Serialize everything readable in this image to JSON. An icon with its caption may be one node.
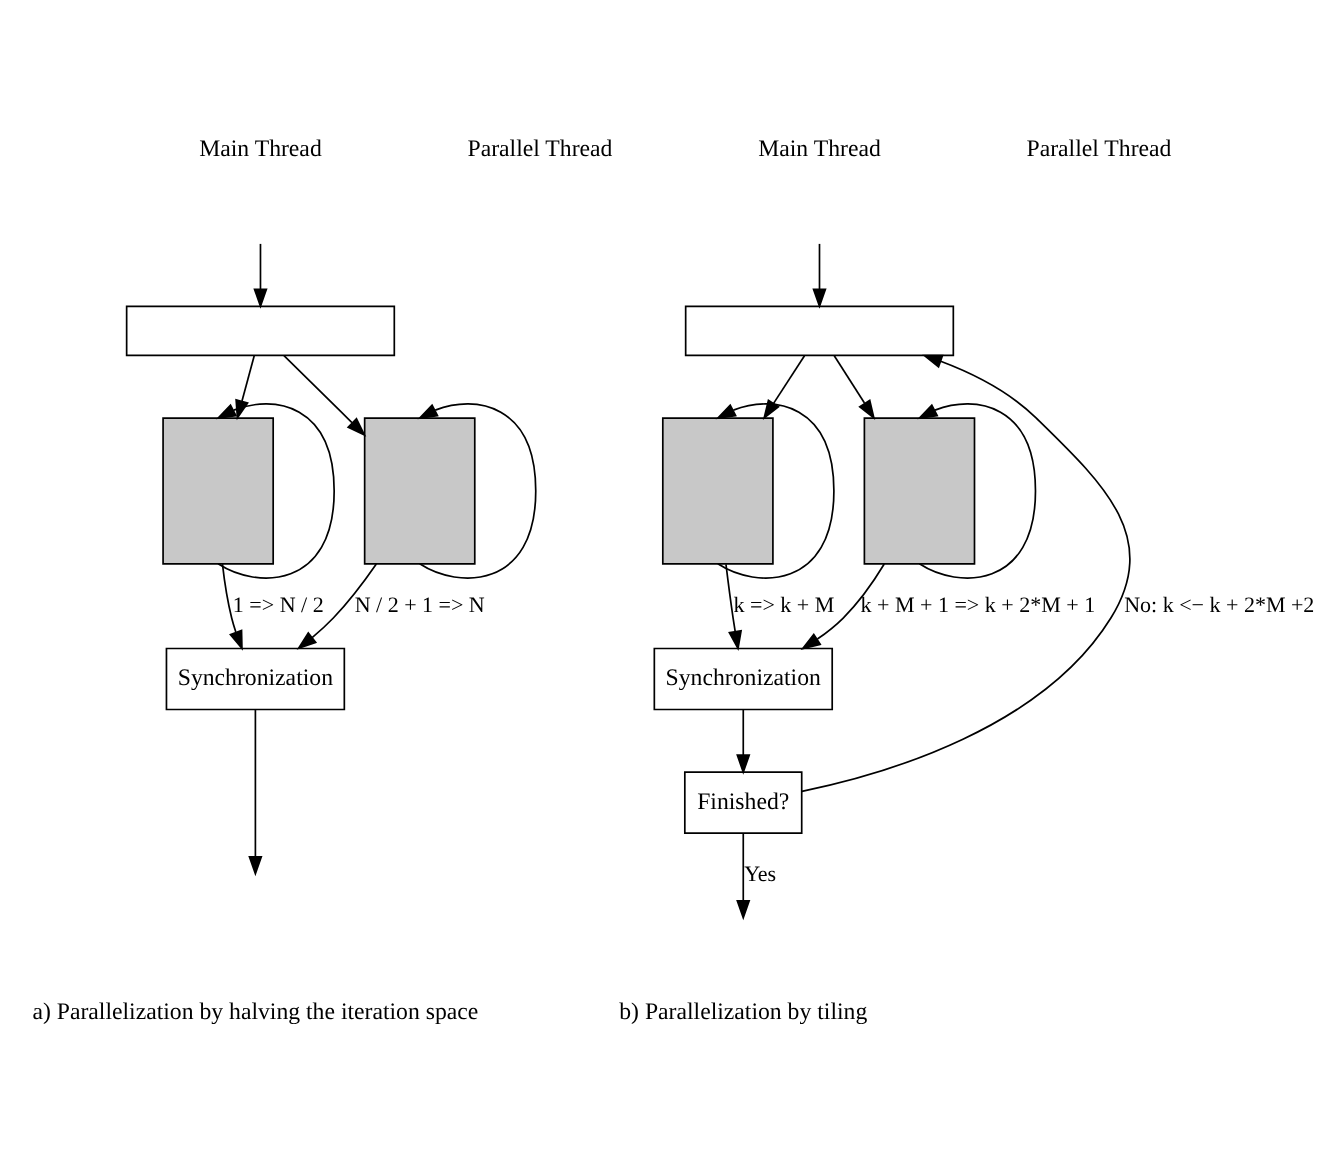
{
  "diagram": {
    "nodes": [
      {
        "text": [],
        "shape": "box"
      },
      {
        "text": [],
        "shape": "box"
      },
      {
        "text": [],
        "shape": "box"
      },
      {
        "text": [
          "Synchronization"
        ]
      },
      {
        "text": [],
        "shape": "box"
      },
      {
        "text": [],
        "shape": "box"
      },
      {
        "text": [],
        "shape": "box"
      },
      {
        "text": [
          "Synchronization"
        ]
      },
      {
        "text": [
          "Finished?"
        ]
      }
    ],
    "edges": [
      {
        "from": null,
        "to": 0,
        "arrow": "to"
      },
      {
        "from": 0,
        "to": 1,
        "arrow": "to"
      },
      {
        "from": 0,
        "to": 2,
        "arrow": "to"
      },
      {
        "from": 1,
        "to": 1,
        "arrow": "to"
      },
      {
        "from": 2,
        "to": 2,
        "arrow": "to"
      },
      {
        "from": 1,
        "to": 3,
        "arrow": "to",
        "label": "1 => N / 2"
      },
      {
        "from": 2,
        "to": 3,
        "arrow": "to",
        "label": "N / 2 + 1 => N"
      },
      {
        "from": 3,
        "to": null,
        "arrow": "to"
      },
      {
        "from": null,
        "to": 4,
        "arrow": "to"
      },
      {
        "from": 4,
        "to": 5,
        "arrow": "to"
      },
      {
        "from": 4,
        "to": 6,
        "arrow": "to"
      },
      {
        "from": 5,
        "to": 5,
        "arrow": "to"
      },
      {
        "from": 6,
        "to": 6,
        "arrow": "to"
      },
      {
        "from": 5,
        "to": 7,
        "arrow": "to",
        "label": "k => k + M"
      },
      {
        "from": 6,
        "to": 7,
        "arrow": "to",
        "label": "k + M + 1 => k + 2*M + 1"
      },
      {
        "from": 7,
        "to": 8,
        "arrow": "to"
      },
      {
        "from": 8,
        "to": null,
        "arrow": "to",
        "label": "Yes"
      },
      {
        "from": 8,
        "to": 4,
        "arrow": "to",
        "label": "No: k <− k + 2*M +2"
      }
    ],
    "labels": [
      "Main Thread",
      "Parallel Thread",
      "Main Thread",
      "Parallel Thread",
      "a) Parallelization by halving the iteration space",
      "b) Parallelization by tiling"
    ]
  }
}
